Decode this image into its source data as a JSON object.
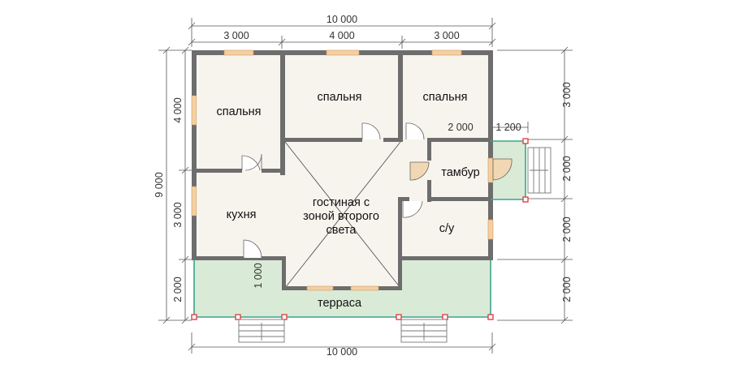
{
  "rooms": {
    "bedroom_left": "спальня",
    "bedroom_middle": "спальня",
    "bedroom_right": "спальня",
    "kitchen": "кухня",
    "living_line1": "гостиная с",
    "living_line2": "зоной второго",
    "living_line3": "света",
    "vestibule": "тамбур",
    "bathroom": "с/у",
    "terrace": "терраса"
  },
  "dimensions": {
    "top_total": "10 000",
    "top_seg1": "3 000",
    "top_seg2": "4 000",
    "top_seg3": "3 000",
    "bottom_total": "10 000",
    "left_total": "9 000",
    "left_seg1": "4 000",
    "left_seg2": "3 000",
    "left_seg3": "2 000",
    "right_seg1": "3 000",
    "right_seg2": "2 000",
    "right_seg3": "2 000",
    "right_seg4": "2 000",
    "inner_2000": "2 000",
    "inner_1200": "1 200",
    "inner_1000": "1 000"
  },
  "colors": {
    "wall": "#6d6d6d",
    "floor": "#f7f4ee",
    "terrace": "#d9ebd6",
    "terrace_edge": "#3aa58c",
    "window": "#f5cfa0",
    "door": "#f1d7b4",
    "post": "#e0424b"
  }
}
